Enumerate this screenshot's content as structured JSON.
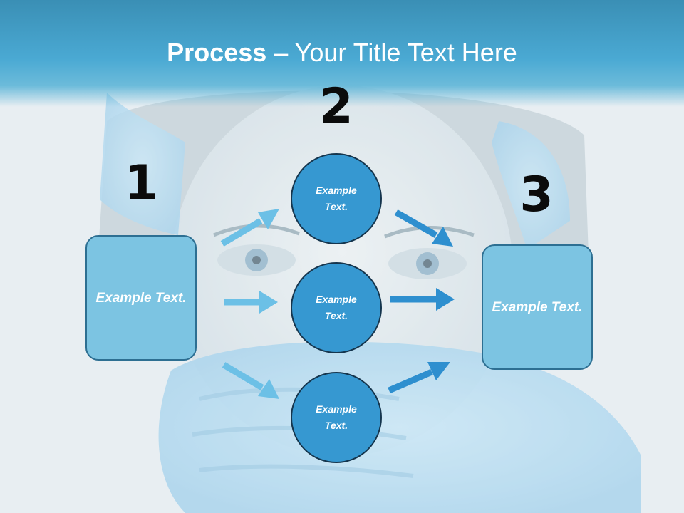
{
  "title": {
    "strong": "Process",
    "rest": " – Your Title Text Here"
  },
  "steps": [
    {
      "number": "1"
    },
    {
      "number": "2"
    },
    {
      "number": "3"
    }
  ],
  "left_box": {
    "text": "Example Text."
  },
  "right_box": {
    "text": "Example Text."
  },
  "circles": [
    {
      "text": "Example Text."
    },
    {
      "text": "Example Text."
    },
    {
      "text": "Example Text."
    }
  ],
  "colors": {
    "header": "#4aa9d3",
    "box_fill": "#7cc4e2",
    "circle_fill": "#3698d1",
    "arrow_light": "#6cc0e6",
    "arrow_dark": "#2e8fcf"
  }
}
